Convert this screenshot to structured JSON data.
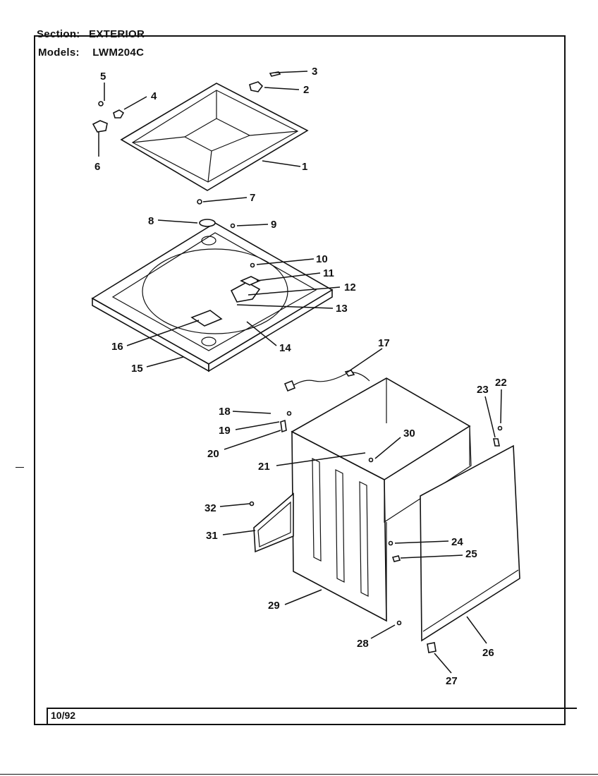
{
  "header": {
    "section_label": "Section:",
    "section_value": "EXTERIOR",
    "models_label": "Models:",
    "models_value": "LWM204C"
  },
  "footer": {
    "date": "10/92"
  },
  "callouts": [
    "1",
    "2",
    "3",
    "4",
    "5",
    "6",
    "7",
    "8",
    "9",
    "10",
    "11",
    "12",
    "13",
    "14",
    "15",
    "16",
    "17",
    "18",
    "19",
    "20",
    "21",
    "22",
    "23",
    "24",
    "25",
    "26",
    "27",
    "28",
    "29",
    "30",
    "31",
    "32"
  ]
}
